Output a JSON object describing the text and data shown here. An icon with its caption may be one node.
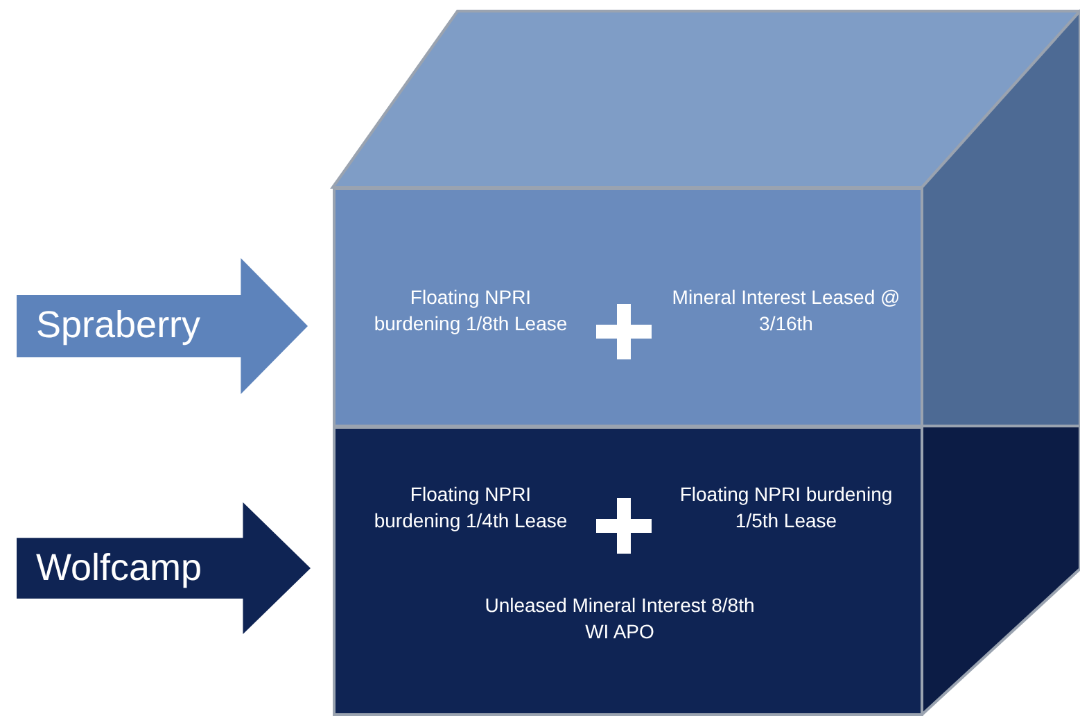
{
  "diagram": {
    "nodes": [
      {
        "text": [
          "Spraberry"
        ]
      },
      {
        "text": [
          "Floating NPRI burdening 1/8th Lease",
          "Mineral Interest Leased @ 3/16th"
        ]
      },
      {
        "text": [
          "Wolfcamp"
        ]
      },
      {
        "text": [
          "Floating NPRI burdening 1/4th Lease",
          "Floating NPRI burdening 1/5th Lease",
          "Unleased Mineral Interest 8/8th WI APO"
        ]
      }
    ]
  }
}
